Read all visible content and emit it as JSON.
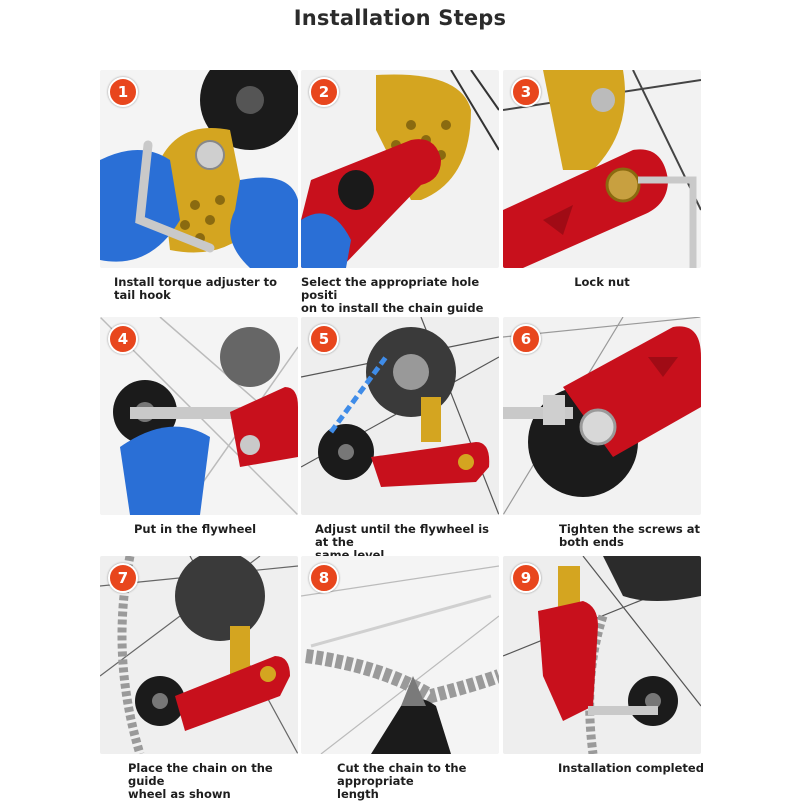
{
  "title": "Installation Steps",
  "colors": {
    "badge": "#e8461d",
    "red_part": "#c8101c",
    "gold_part": "#d4a520",
    "glove": "#2a6fd6"
  },
  "steps": [
    {
      "number": "1",
      "caption": "Install torque adjuster to\ntail hook",
      "align": "left"
    },
    {
      "number": "2",
      "caption": "Select the appropriate hole positi\non to install the chain guide",
      "align": "left"
    },
    {
      "number": "3",
      "caption": "Lock nut",
      "align": "center"
    },
    {
      "number": "4",
      "caption": "Put in the flywheel",
      "align": "left"
    },
    {
      "number": "5",
      "caption": "Adjust until the flywheel is at the\nsame level",
      "align": "left"
    },
    {
      "number": "6",
      "caption": "Tighten the screws at\nboth ends",
      "align": "left"
    },
    {
      "number": "7",
      "caption": "Place the chain on the guide\nwheel as shown",
      "align": "left"
    },
    {
      "number": "8",
      "caption": "Cut the chain to the appropriate\nlength",
      "align": "left"
    },
    {
      "number": "9",
      "caption": "Installation completed",
      "align": "left"
    }
  ]
}
